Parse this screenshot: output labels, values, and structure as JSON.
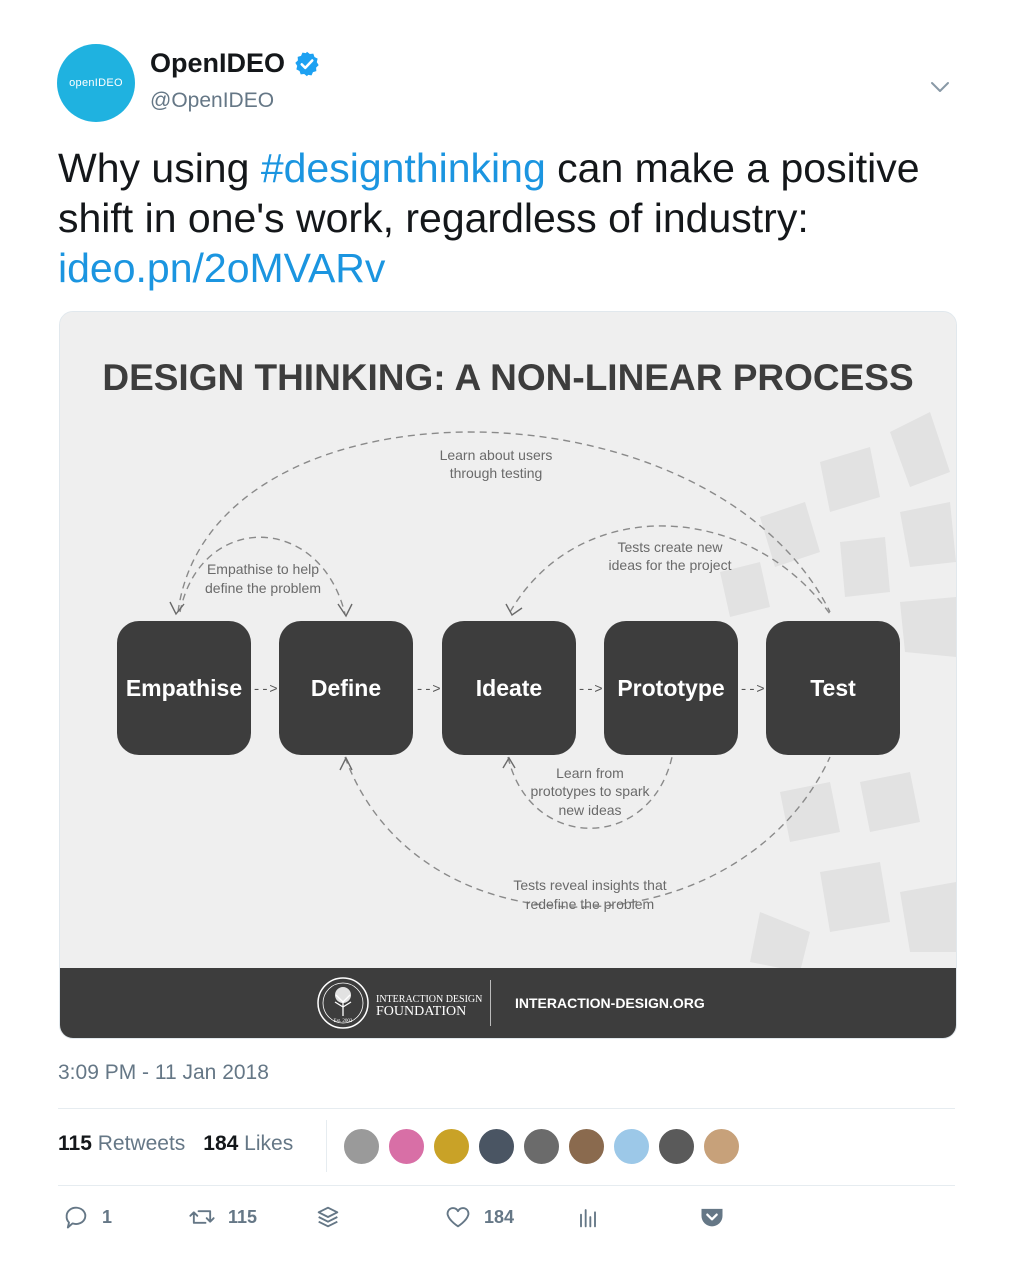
{
  "user": {
    "display_name": "OpenIDEO",
    "handle": "@OpenIDEO",
    "avatar_text": "openIDEO",
    "avatar_color": "#1fb2e0",
    "verified_color": "#1da1f2"
  },
  "tweet": {
    "text_before": "Why using ",
    "hashtag": "#designthinking",
    "text_middle": " can make a positive shift in one's work, regardless of industry: ",
    "link": "ideo.pn/2oMVARv",
    "link_color": "#1b95e0"
  },
  "media": {
    "title": "DESIGN THINKING: A NON-LINEAR PROCESS",
    "stages": [
      "Empathise",
      "Define",
      "Ideate",
      "Prototype",
      "Test"
    ],
    "arrow_text": "-->",
    "annotations": {
      "learn_users": [
        "Learn about users",
        "through testing"
      ],
      "empathise_help": [
        "Empathise to help",
        "define the problem"
      ],
      "tests_create": [
        "Tests create new",
        "ideas for the project"
      ],
      "learn_prototypes": [
        "Learn from",
        "prototypes to spark",
        "new ideas"
      ],
      "tests_reveal": [
        "Tests reveal insights that",
        "redefine the problem"
      ]
    },
    "footer": {
      "org_line1": "INTERACTION DESIGN",
      "org_line2": "FOUNDATION",
      "seal_text": "Est. 2002",
      "site": "INTERACTION-DESIGN.ORG"
    },
    "box_color": "#3d3d3d",
    "footer_color": "#3d3d3d"
  },
  "timestamp": "3:09 PM - 11 Jan 2018",
  "stats": {
    "retweets_count": "115",
    "retweets_label": "Retweets",
    "likes_count": "184",
    "likes_label": "Likes"
  },
  "liker_colors": [
    "#9a9a9a",
    "#d86fa6",
    "#c9a227",
    "#4a5563",
    "#6b6b6b",
    "#8a6a4e",
    "#9cc8e8",
    "#5a5a5a",
    "#c7a17a"
  ],
  "actions": {
    "reply_count": "1",
    "retweet_count": "115",
    "like_count": "184"
  }
}
